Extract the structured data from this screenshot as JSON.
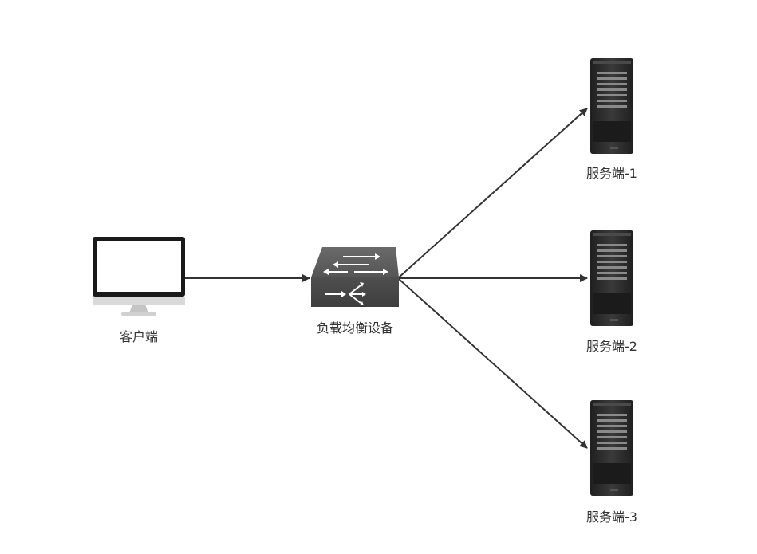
{
  "nodes": {
    "client": {
      "label": "客户端"
    },
    "load_balancer": {
      "label": "负载均衡设备"
    },
    "servers": [
      {
        "label": "服务端-1"
      },
      {
        "label": "服务端-2"
      },
      {
        "label": "服务端-3"
      }
    ]
  },
  "icons": {
    "client": "monitor-icon",
    "load_balancer": "network-switch-icon",
    "server": "server-rack-icon"
  },
  "colors": {
    "connector": "#333333",
    "switch_body": "#4a4a4a",
    "server_body": "#2b2b2b"
  }
}
